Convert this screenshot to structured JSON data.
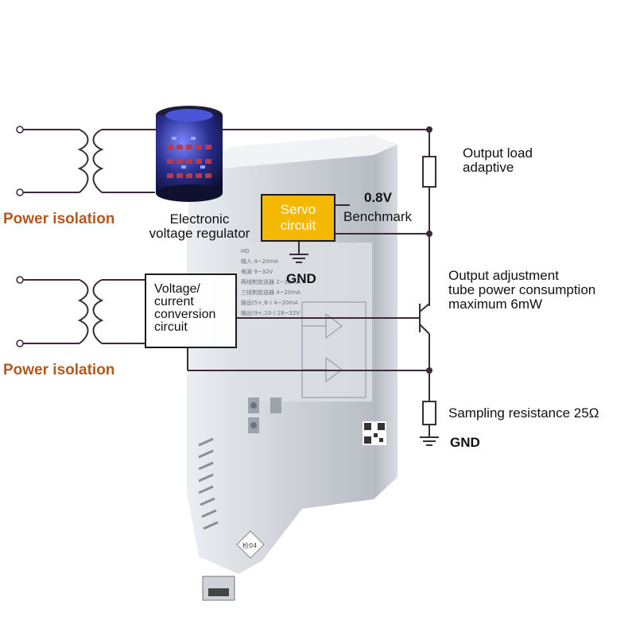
{
  "labels": {
    "power_isolation_top": "Power isolation",
    "power_isolation_bottom": "Power isolation",
    "electronic_regulator": "Electronic\nvoltage regulator",
    "servo_circuit": "Servo\ncircuit",
    "reference_voltage": "0.8V",
    "benchmark": "Benchmark",
    "gnd_servo": "GND",
    "output_load": "Output load\nadaptive",
    "output_adjustment": "Output adjustment\ntube power consumption\nmaximum 6mW",
    "conversion_circuit": "Voltage/\ncurrent\nconversion\ncircuit",
    "sampling_resistance": "Sampling resistance 25Ω",
    "gnd_output": "GND"
  },
  "module_label": {
    "tag": "HD",
    "line1": "输入 4~20mA",
    "line2": "电源 9~32V",
    "line3": "两线制变送器 2~30mA",
    "line4": "三线制变送器 4~20mA",
    "line5": "输出(5+,6-) 4~20mA",
    "line6": "输出(9+,10-) 18~32V",
    "diamond": "检04"
  },
  "colors": {
    "isolation_label": "#b5581e",
    "servo_box": "#f5b800",
    "wire": "#3a2a3a",
    "module_body": "#c9ced6"
  }
}
